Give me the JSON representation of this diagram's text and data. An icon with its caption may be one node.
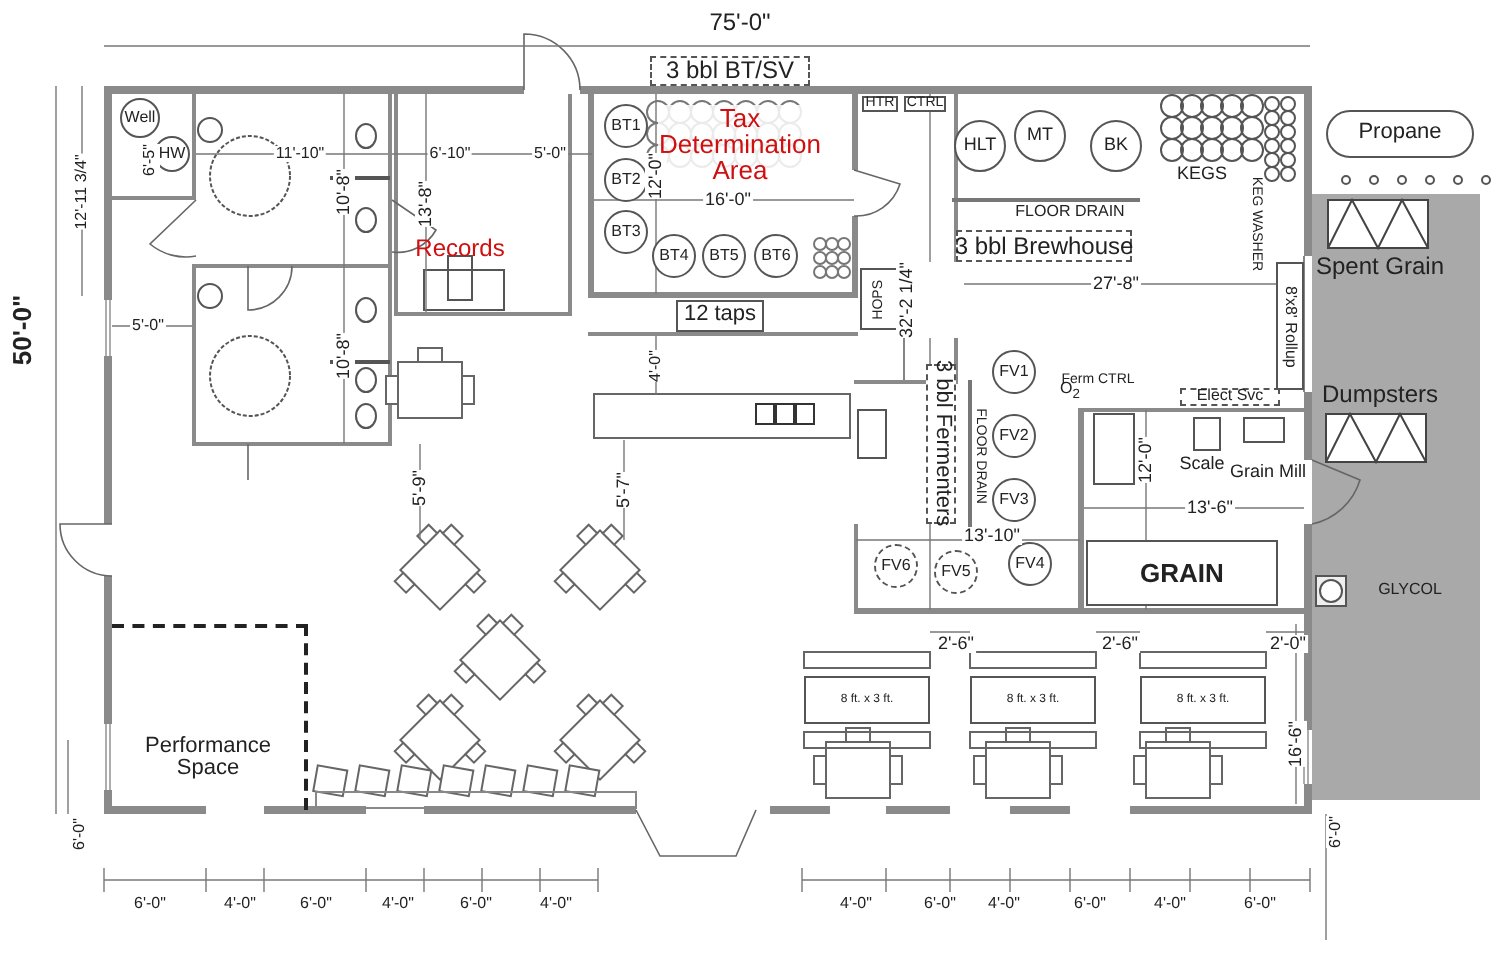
{
  "diagram": {
    "nodes": [
      {
        "text": [
          "3 bbl BT/SV"
        ]
      },
      {
        "text": [
          "Well"
        ]
      },
      {
        "text": [
          "HW"
        ]
      },
      {
        "text": [
          "BT1"
        ]
      },
      {
        "text": [
          "BT2"
        ]
      },
      {
        "text": [
          "BT3"
        ]
      },
      {
        "text": [
          "BT4"
        ]
      },
      {
        "text": [
          "BT5"
        ]
      },
      {
        "text": [
          "BT6"
        ]
      },
      {
        "text": [
          "HTR"
        ]
      },
      {
        "text": [
          "CTRL"
        ]
      },
      {
        "text": [
          "12 taps"
        ]
      },
      {
        "text": [
          "HOPS"
        ]
      },
      {
        "text": [
          "HLT"
        ]
      },
      {
        "text": [
          "MT"
        ]
      },
      {
        "text": [
          "BK"
        ]
      },
      {
        "text": [
          "3 bbl Brewhouse"
        ]
      },
      {
        "text": [
          "Propane"
        ]
      },
      {
        "text": [
          "8'x8' Rollup"
        ]
      },
      {
        "text": [
          "3 bbl Fermenters"
        ]
      },
      {
        "text": [
          "FV1"
        ]
      },
      {
        "text": [
          "FV2"
        ]
      },
      {
        "text": [
          "FV3"
        ]
      },
      {
        "text": [
          "FV4"
        ]
      },
      {
        "text": [
          "FV6"
        ]
      },
      {
        "text": [
          "FV5"
        ]
      },
      {
        "text": [
          "Elect Svc"
        ]
      },
      {
        "text": [
          "GRAIN"
        ]
      },
      {
        "text": [
          "8 ft. x 3 ft."
        ]
      },
      {
        "text": [
          "8 ft. x 3 ft."
        ]
      },
      {
        "text": [
          "8 ft. x 3 ft."
        ]
      },
      {
        "text": [
          "Performance Space"
        ]
      }
    ],
    "labels": [
      "75'-0\"",
      "12'-11 3/4\"",
      "50'-0\"",
      "6'-5\"",
      "11'-10\"",
      "10'-8\"",
      "6'-10\"",
      "13'-8\"",
      "5'-0\"",
      "Tax Determination Area",
      "12'-0\"",
      "16'-0\"",
      "FLOOR DRAIN",
      "KEGS",
      "KEG WASHER",
      "Records",
      "Spent Grain",
      "27'-8\"",
      "5'-0\"",
      "10'-8\"",
      "4'-0\"",
      "32'-2 1/4\"",
      "Ferm CTRL",
      "O$_{2}$",
      "FLOOR DRAIN",
      "Dumpsters",
      "12'-0\"",
      "Scale",
      "Grain Mill",
      "5'-9\"",
      "5'-7\"",
      "13'-6\"",
      "13'-10\"",
      "GLYCOL",
      "2'-6\"",
      "2'-6\"",
      "2'-0\"",
      "16'-6\"",
      "6'-0\"",
      "6'-0\"",
      "6'-0\"",
      "4'-0\"",
      "6'-0\"",
      "4'-0\"",
      "6'-0\"",
      "4'-0\"",
      "4'-0\"",
      "6'-0\"",
      "4'-0\"",
      "6'-0\"",
      "4'-0\"",
      "6'-0\""
    ]
  }
}
